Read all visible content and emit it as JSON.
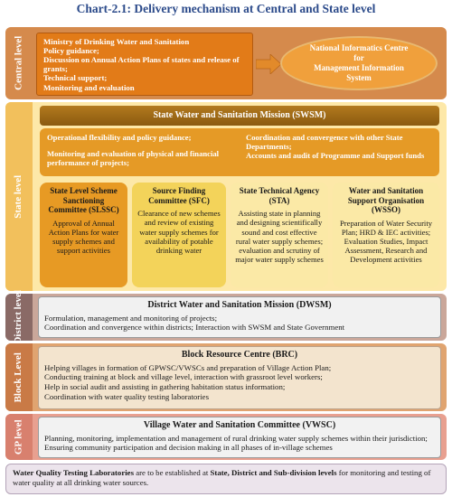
{
  "title": "Chart-2.1: Delivery mechanism at Central and State level",
  "levels": {
    "central": "Central level",
    "state": "State level",
    "district": "District level",
    "block": "Block Level",
    "gp": "GP level"
  },
  "central_box": {
    "lines": [
      "Ministry of Drinking Water and Sanitation",
      "Policy guidance;",
      "Discussion on Annual Action Plans of states and release of grants;",
      "Technical support;",
      "Monitoring and evaluation"
    ]
  },
  "nic": {
    "line1": "National Informatics Centre",
    "line2": "for",
    "line3": "Management Information",
    "line4": "System"
  },
  "swsm": {
    "title": "State Water and Sanitation Mission (SWSM)",
    "func_left": [
      "Operational flexibility and policy guidance;",
      "Monitoring and evaluation of physical and financial performance of projects;"
    ],
    "func_right": [
      "Coordination and convergence with other State Departments;",
      "Accounts and audit of Programme and Support funds"
    ]
  },
  "orgs": [
    {
      "name": "State Level Scheme Sanctioning Committee (SLSSC)",
      "desc": "Approval of Annual Action Plans for water supply schemes and support activities"
    },
    {
      "name": "Source Finding Committee (SFC)",
      "desc": "Clearance of new schemes and review of existing water supply schemes for availability of potable drinking water"
    },
    {
      "name": "State Technical Agency (STA)",
      "desc": "Assisting state in planning and designing scientifically sound and cost effective rural water supply schemes; evaluation and scrutiny of major water supply schemes"
    },
    {
      "name": "Water and Sanitation Support Organisation (WSSO)",
      "desc": "Preparation of Water Security Plan; HRD & IEC activities; Evaluation Studies, Impact Assessment, Research and Development activities"
    }
  ],
  "dwsm": {
    "title": "District Water and Sanitation Mission (DWSM)",
    "lines": [
      "Formulation, management and monitoring of projects;",
      "Coordination and convergence within districts; Interaction with SWSM and State Government"
    ]
  },
  "brc": {
    "title": "Block Resource Centre (BRC)",
    "lines": [
      "Helping villages in formation of GPWSC/VWSCs and preparation of Village Action Plan;",
      "Conducting training at block and village level, interaction with grassroot level workers;",
      "Help in social audit and assisting in gathering habitation status information;",
      "Coordination with water quality testing laboratories"
    ]
  },
  "vwsc": {
    "title": "Village Water and Sanitation Committee (VWSC)",
    "lines": [
      "Planning, monitoring, implementation and management of rural drinking water supply schemes within their jurisdiction;",
      "Ensuring community participation and decision making in all phases of in-village schemes"
    ]
  },
  "wq": {
    "bold1": "Water Quality Testing Laboratories",
    "text1": " are to be established at ",
    "bold2": "State, District and Sub-division levels",
    "text2": " for monitoring and testing of water quality at all drinking water sources."
  },
  "colors": {
    "title": "#2b4a8a",
    "central_box": "#e27b18",
    "nic": "#f0a03c",
    "swsm_bar": "#8a5a10",
    "swsm_func": "#e59a26"
  }
}
